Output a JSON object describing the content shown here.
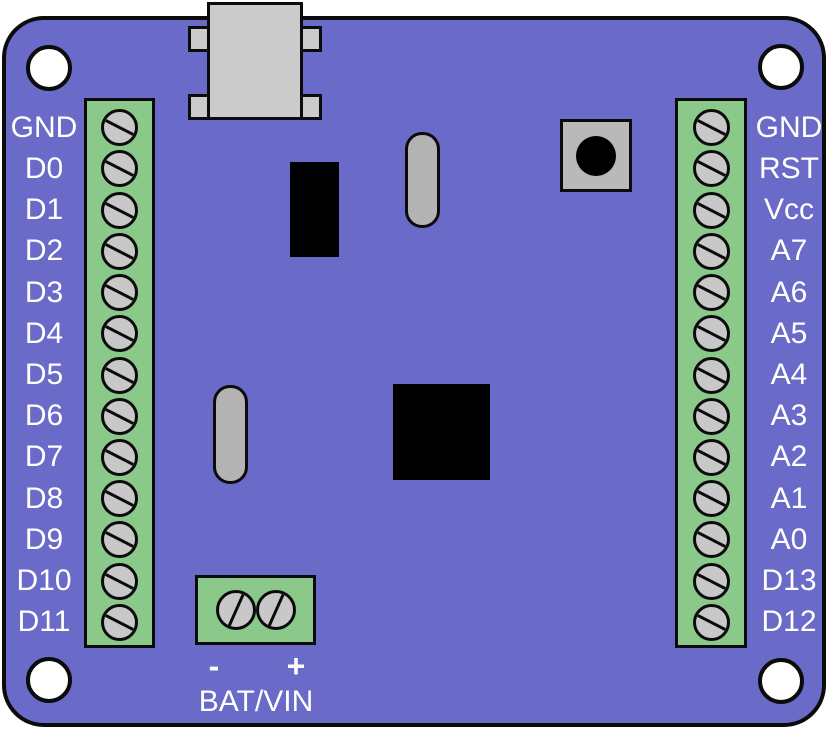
{
  "diagram_title": "microcontroller-breakout-board",
  "colors": {
    "board": "#6A6AC9",
    "outline": "#0b0b0b",
    "terminal_green": "#8BC98B",
    "screw_gray": "#c8c8c8",
    "usb_gray": "#cbcbcb",
    "button_gray": "#b9b9b9",
    "component_gray": "#b3b3b3",
    "component_black": "#000000",
    "hole_white": "#ffffff",
    "label_text": "#ffffff"
  },
  "icons": {
    "mounting_hole": "mounting-hole-icon",
    "screw_terminal": "screw-terminal-icon",
    "usb_connector": "usb-connector-icon",
    "reset_button": "reset-button-icon",
    "ic_chip": "ic-chip-icon",
    "smd_component": "smd-component-icon",
    "oval_component": "oval-component-icon"
  },
  "left_terminal": {
    "labels": [
      "GND",
      "D0",
      "D1",
      "D2",
      "D3",
      "D4",
      "D5",
      "D6",
      "D7",
      "D8",
      "D9",
      "D10",
      "D11"
    ]
  },
  "right_terminal": {
    "labels": [
      "GND",
      "RST",
      "Vcc",
      "A7",
      "A6",
      "A5",
      "A4",
      "A3",
      "A2",
      "A1",
      "A0",
      "D13",
      "D12"
    ]
  },
  "battery_terminal": {
    "minus_label": "-",
    "plus_label": "+",
    "label": "BAT/VIN"
  }
}
